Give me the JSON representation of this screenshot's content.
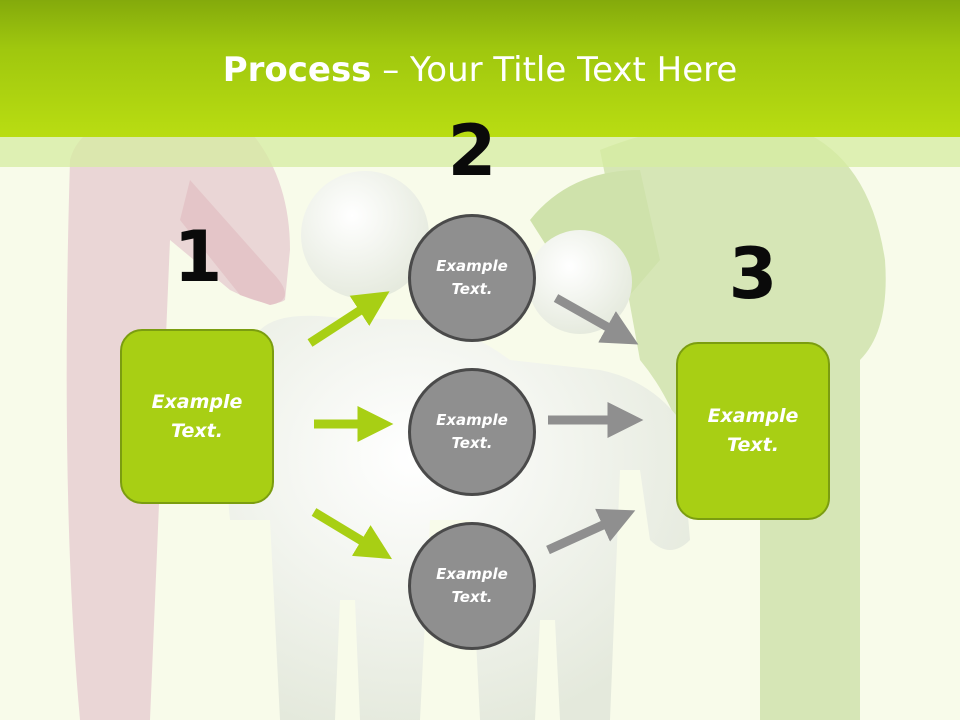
{
  "title": {
    "bold": "Process",
    "rest": " – Your Title Text Here"
  },
  "steps": [
    {
      "number": "1",
      "box_text": "Example Text."
    },
    {
      "number": "2"
    },
    {
      "number": "3",
      "box_text": "Example Text."
    }
  ],
  "circles": [
    {
      "text": "Example Text."
    },
    {
      "text": "Example Text."
    },
    {
      "text": "Example Text."
    }
  ],
  "colors": {
    "header": "#b9dd12",
    "box_fill": "#a8cf14",
    "box_border": "#7b9d10",
    "circle_fill": "#8f8f8f",
    "circle_border": "#4a4a4a",
    "arrow_green": "#a8cf14",
    "arrow_gray": "#8f8f8f"
  }
}
